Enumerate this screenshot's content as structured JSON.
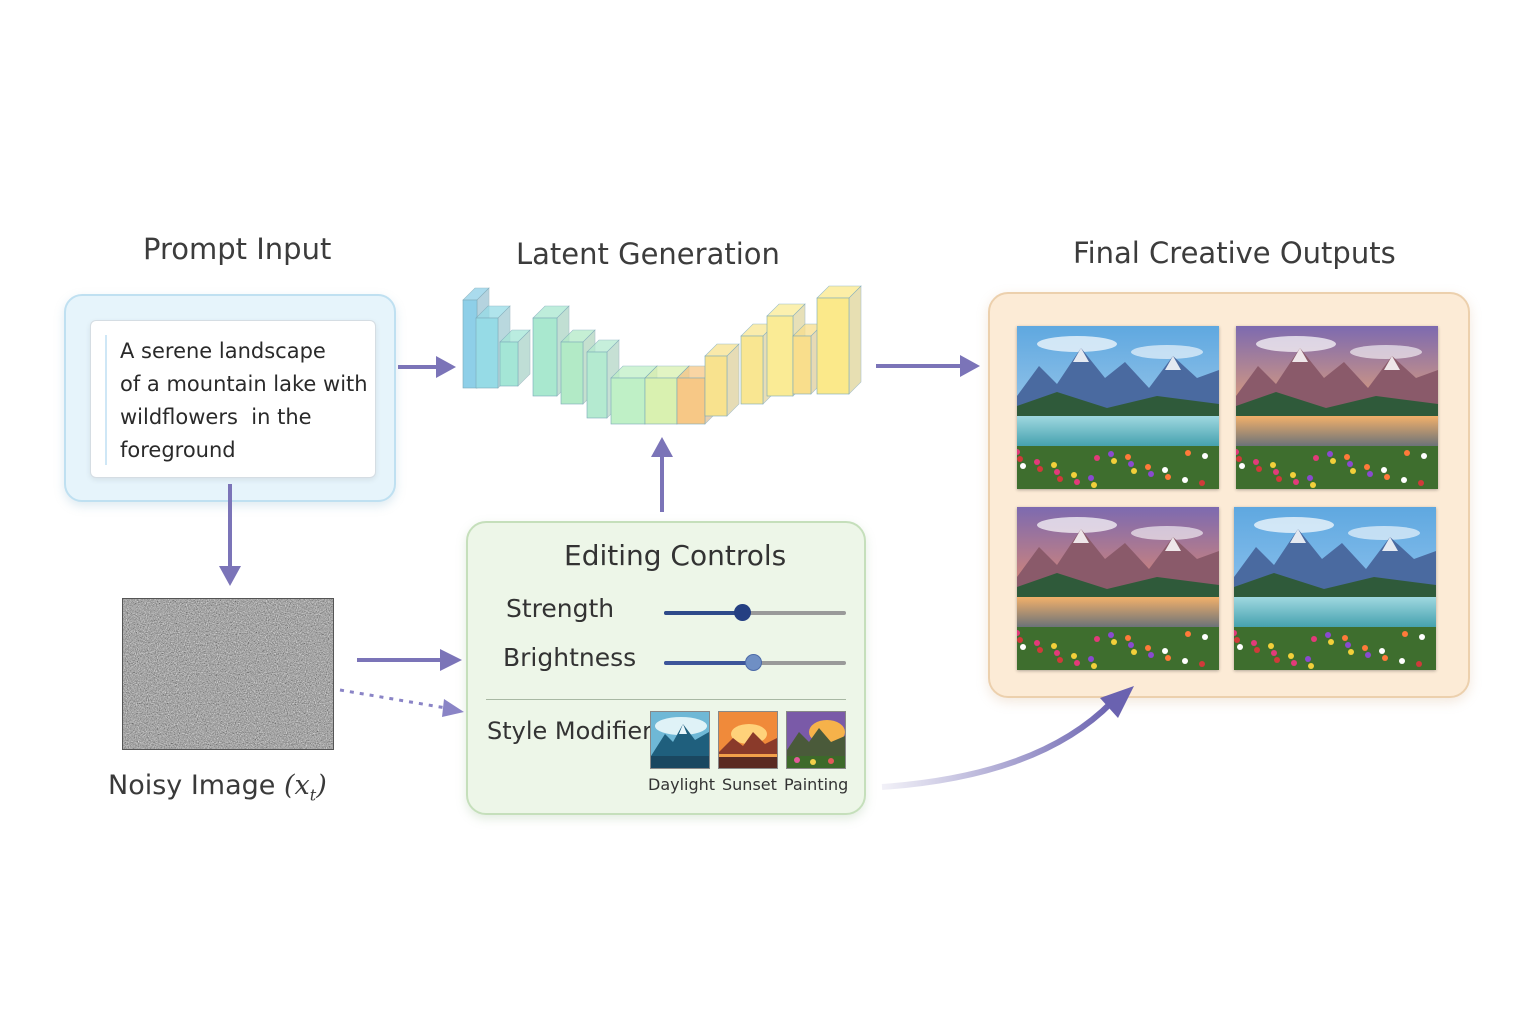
{
  "sections": {
    "prompt_title": "Prompt Input",
    "latent_title": "Latent Generation",
    "final_title": "Final Creative Outputs"
  },
  "prompt": {
    "lines": [
      "A serene landscape",
      "of a mountain lake with",
      "wildflowers  in the",
      "foreground"
    ]
  },
  "noisy_image": {
    "label_text": "Noisy Image ",
    "math_open": "(",
    "math_var": "x",
    "math_sub": "t",
    "math_close": ")"
  },
  "editing_controls": {
    "title": "Editing Controls",
    "sliders": [
      {
        "label": "Strength",
        "value": 0.43
      },
      {
        "label": "Brightness",
        "value": 0.49
      }
    ],
    "style_modifier_label": "Style Modifier",
    "styles": [
      {
        "label": "Daylight",
        "icon": "daylight-mountain-thumbnail"
      },
      {
        "label": "Sunset",
        "icon": "sunset-mountain-thumbnail"
      },
      {
        "label": "Painting",
        "icon": "painting-mountain-thumbnail"
      }
    ]
  },
  "outputs": [
    {
      "name": "daylight-lake-output",
      "sky": "#9cc8ea",
      "glow": "#ffffff"
    },
    {
      "name": "sunset-lake-output",
      "sky": "#f0a870",
      "glow": "#ffd79a"
    },
    {
      "name": "painted-sunset-lake-output",
      "sky": "#e88c6a",
      "glow": "#ffc27a"
    },
    {
      "name": "bright-day-lake-output",
      "sky": "#8fc3ee",
      "glow": "#ffffff"
    }
  ],
  "colors": {
    "arrow": "#7b74b8",
    "latent_blocks": [
      "#8fd3e8",
      "#9fe0e6",
      "#a9e8cf",
      "#b9ebbf",
      "#d8f0b0",
      "#f5d38f",
      "#f8e48f",
      "#fbe98a"
    ]
  }
}
